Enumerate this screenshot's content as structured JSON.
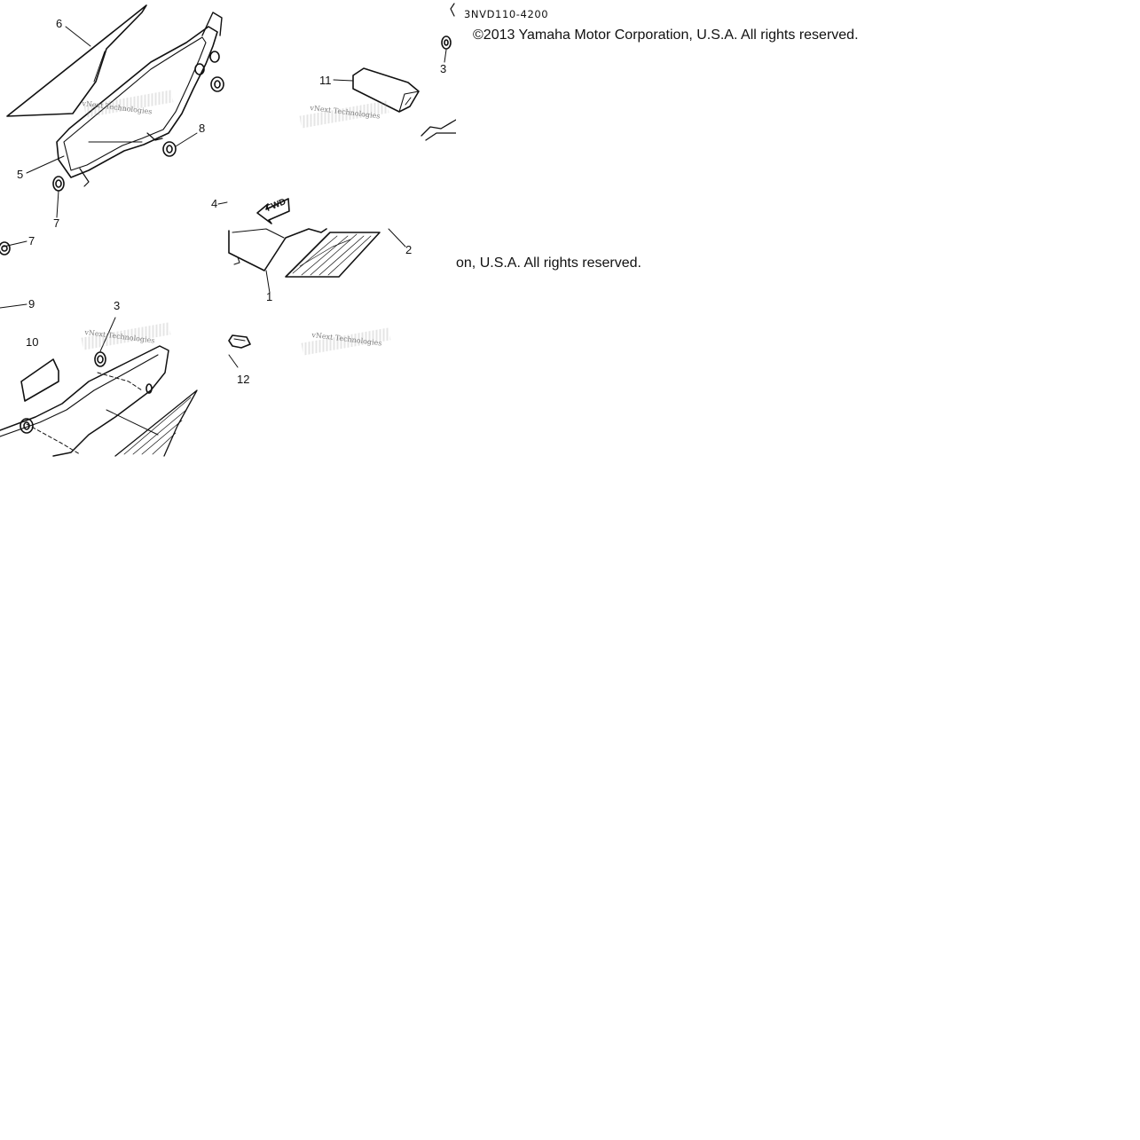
{
  "diagram": {
    "part_code": "3NVD110-4200",
    "copyright_part1": "©2013 Yamaha Motor Corporation, U.S.A. All rights reserved.",
    "copyright_part2": "on, U.S.A. All rights reserved.",
    "watermark": "vNext Technologies",
    "fwd_label": "FWD",
    "callouts": [
      "6",
      "5",
      "8",
      "7",
      "7",
      "9",
      "3",
      "10",
      "4",
      "1",
      "2",
      "11",
      "3",
      "12"
    ]
  }
}
